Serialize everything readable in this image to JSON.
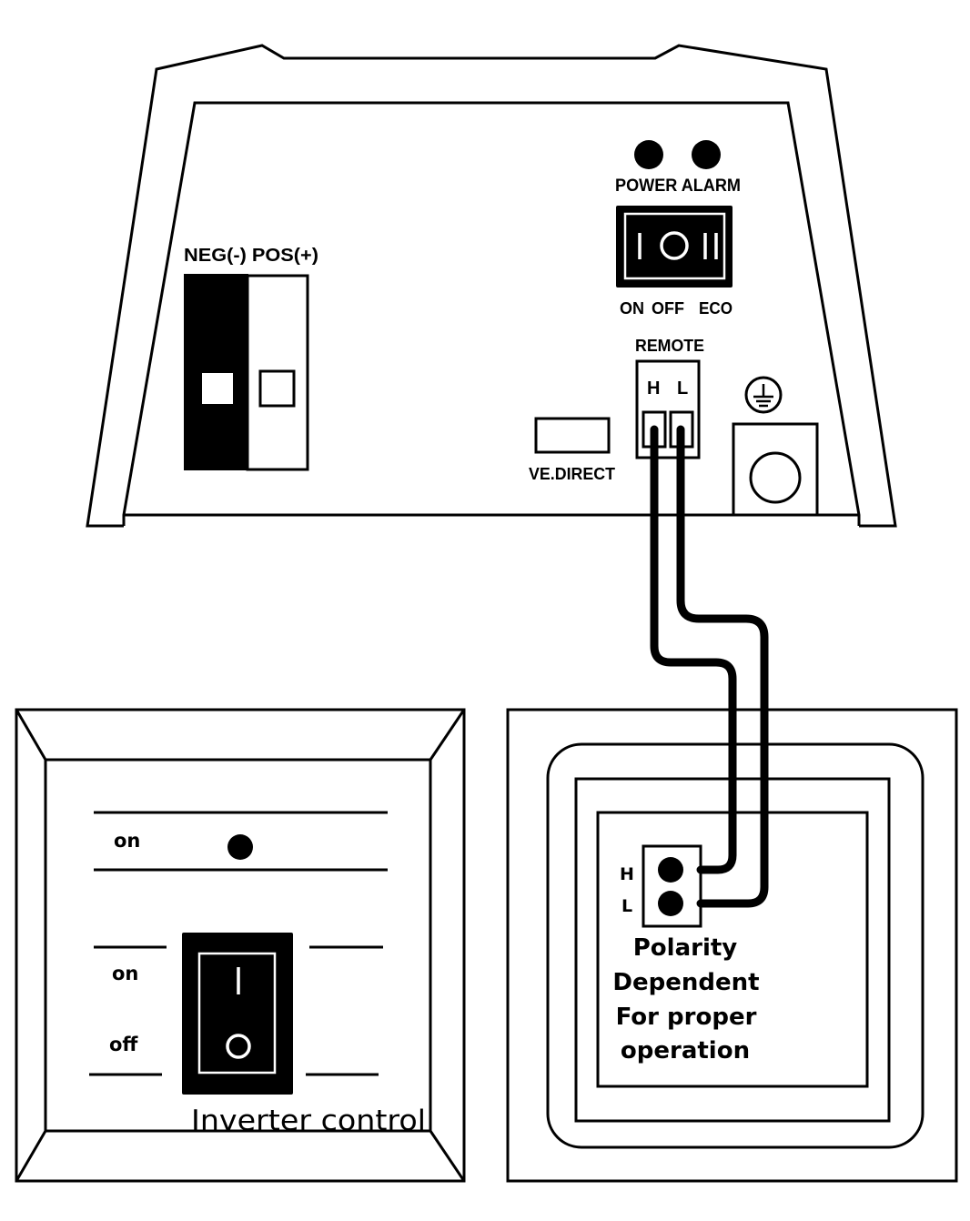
{
  "device": {
    "name": "inverter-rear-panel",
    "battery_terminals": {
      "neg_label": "NEG(-)",
      "pos_label": "POS(+)",
      "label": "NEG(-) POS(+)"
    },
    "leds": {
      "power_label": "POWER",
      "alarm_label": "ALARM",
      "label": "POWER ALARM"
    },
    "main_switch": {
      "glyphs": [
        "I",
        "O",
        "II"
      ],
      "positions": [
        "ON",
        "OFF",
        "ECO"
      ]
    },
    "remote": {
      "label": "REMOTE",
      "h_label": "H",
      "l_label": "L"
    },
    "ve_direct": {
      "label": "VE.DIRECT"
    },
    "ground": {
      "icon": "ground-icon"
    }
  },
  "inverter_control_panel": {
    "led_label": "on",
    "switch_on_label": "on",
    "switch_off_label": "off",
    "switch_glyph_on": "I",
    "switch_glyph_off": "O",
    "title": "Inverter control"
  },
  "remote_connector_panel": {
    "h_label": "H",
    "l_label": "L",
    "note_lines": [
      "Polarity",
      "Dependent",
      "For proper",
      "operation"
    ]
  },
  "colors": {
    "line": "#000000",
    "background": "#ffffff"
  }
}
